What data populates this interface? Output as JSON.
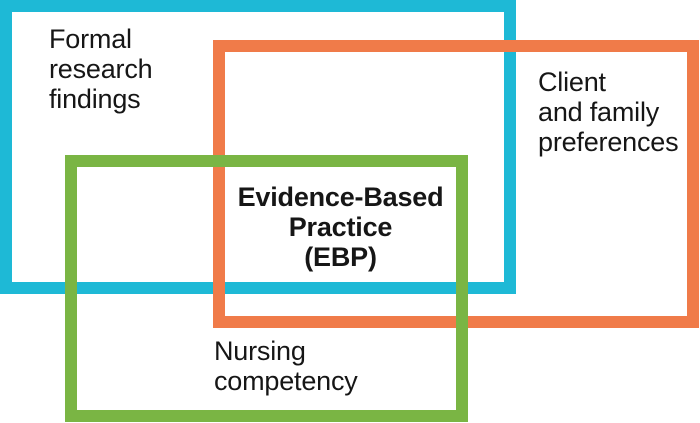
{
  "diagram": {
    "background": "#FFFFFF",
    "text_color": "#161616",
    "center": {
      "name": "evidence-based-practice",
      "lines": [
        "Evidence-Based",
        "Practice",
        "(EBP)"
      ]
    },
    "sets": [
      {
        "name": "formal-research-findings",
        "color": "#1EB9D6",
        "lines": [
          "Formal",
          "research",
          "findings"
        ]
      },
      {
        "name": "client-and-family-preferences",
        "color": "#F07B49",
        "lines": [
          "Client",
          "and family",
          "preferences"
        ]
      },
      {
        "name": "nursing-competency",
        "color": "#7AB544",
        "lines": [
          "Nursing",
          "competency"
        ]
      }
    ]
  }
}
